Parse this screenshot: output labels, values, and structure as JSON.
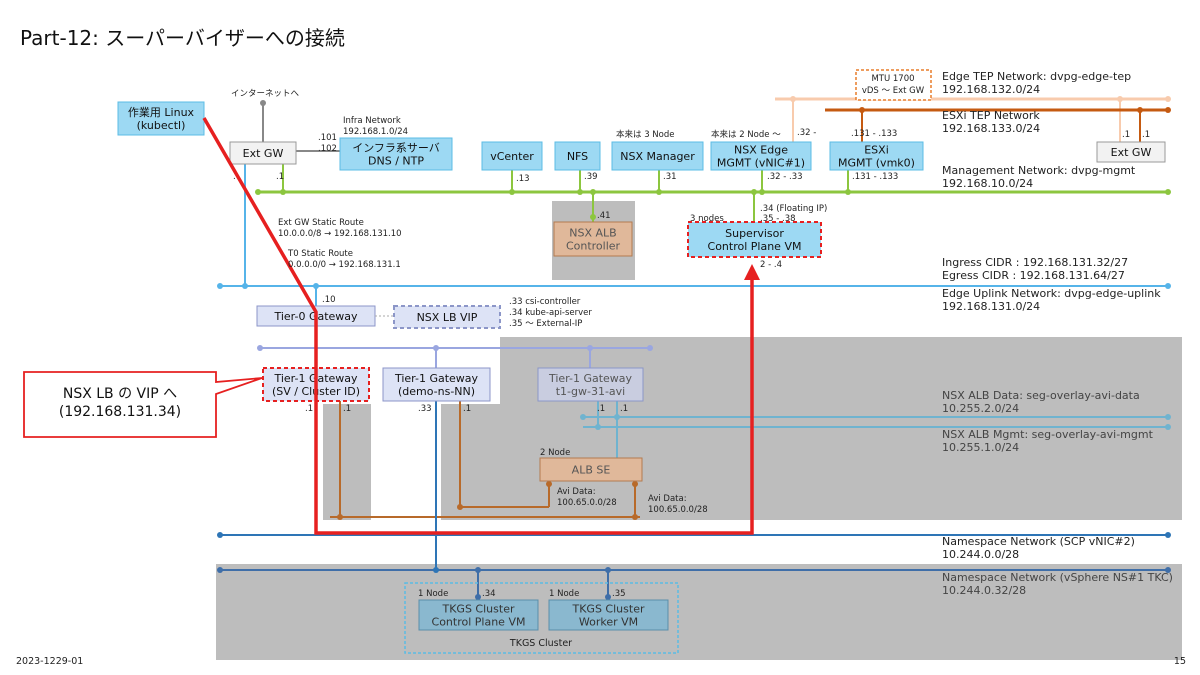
{
  "title": "Part-12: スーパーバイザーへの接続",
  "footer": {
    "date": "2023-1229-01",
    "page": "15"
  },
  "colors": {
    "mgmt": "#8cc63f",
    "uplink": "#56b4e9",
    "ns": "#2e75b6",
    "esxi_tep": "#c55a11",
    "edge_tep": "#f8cbad",
    "red": "#e62020",
    "box_blue": "#9dd9f3",
    "box_lav": "#dde3f6",
    "gray_area": "#bdbdbd"
  },
  "internet_label": "インターネットへ",
  "boxes": {
    "linux": "作業用 Linux\n(kubectl)",
    "extgw": "Ext GW",
    "extgw_right": "Ext GW",
    "infra": "インフラ系サーバ\nDNS / NTP",
    "vcenter": "vCenter",
    "nfs": "NFS",
    "nsxmgr": "NSX Manager",
    "edge": "NSX Edge\nMGMT (vNIC#1)",
    "esxi": "ESXi\nMGMT (vmk0)",
    "alb_ctrl": "NSX ALB\nController",
    "supervisor": "Supervisor\nControl Plane VM",
    "t0": "Tier-0 Gateway",
    "nsxlbvip": "NSX LB VIP",
    "t1_sv": "Tier-1 Gateway\n(SV / Cluster ID)",
    "t1_ns": "Tier-1 Gateway\n(demo-ns-NN)",
    "t1_avi": "Tier-1 Gateway\nt1-gw-31-avi",
    "alb_se": "ALB SE",
    "tkgs_cp": "TKGS Cluster\nControl Plane VM",
    "tkgs_w": "TKGS Cluster\nWorker VM",
    "tkgs_cluster": "TKGS Cluster",
    "mtu": "MTU 1700\nvDS ～ Ext GW"
  },
  "callout": "NSX LB の VIP へ\n(192.168.131.34)",
  "notes": {
    "infra_net": "Infra Network\n192.168.1.0/24",
    "infra_ip1": ".101",
    "infra_ip2": ".102",
    "nsxmgr_note": "本来は 3 Node",
    "edge_note": "本来は 2 Node ～",
    "edge_tep_ip": ".32 -",
    "esxi_tep_ip": ".131 - .133",
    "extgw_tep1": ".1",
    "extgw_tep2": ".1",
    "ip_vcenter": ".13",
    "ip_nfs": ".39",
    "ip_nsxmgr": ".31",
    "ip_edge": ".32 - .33",
    "ip_esxi": ".131 - .133",
    "ip_extgw_l": ".",
    "ip_extgw_r": ".1",
    "ip_alb": ".41",
    "sv_float": ".34 (Floating IP)",
    "sv_nodes": "3 nodes",
    "sv_range": ".35 - .38",
    "sv_up": "2 - .4",
    "static1": "Ext GW Static Route\n10.0.0.0/8 → 192.168.131.10",
    "static2": "T0 Static Route\n0.0.0.0/0 → 192.168.131.1",
    "t0_ip": ".10",
    "vip_list": ".33 csi-controller\n.34 kube-api-server\n.35 ～ External-IP",
    "t1sv_ip1": ".1",
    "t1sv_ip2": ".1",
    "t1ns_ip1": ".33",
    "t1ns_ip2": ".1",
    "t1avi_ip1": ".1",
    "t1avi_ip2": ".1",
    "se_nodes": "2 Node",
    "avi_data1": "Avi Data:\n100.65.0.0/28",
    "avi_data2": "Avi Data:\n100.65.0.0/28",
    "tkgs_cp_nodes": "1 Node",
    "tkgs_cp_ip": ".34",
    "tkgs_w_nodes": "1 Node",
    "tkgs_w_ip": ".35"
  },
  "networks": [
    {
      "name": "Edge TEP Network: dvpg-edge-tep",
      "cidr": "192.168.132.0/24"
    },
    {
      "name": "ESXi TEP Network",
      "cidr": "192.168.133.0/24"
    },
    {
      "name": "Management Network: dvpg-mgmt",
      "cidr": "192.168.10.0/24"
    },
    {
      "name": "Ingress CIDR :  192.168.131.32/27",
      "cidr": "Egress CIDR :   192.168.131.64/27"
    },
    {
      "name": "Edge Uplink Network: dvpg-edge-uplink",
      "cidr": "192.168.131.0/24"
    },
    {
      "name": "NSX ALB Data: seg-overlay-avi-data",
      "cidr": "10.255.2.0/24"
    },
    {
      "name": "NSX ALB Mgmt: seg-overlay-avi-mgmt",
      "cidr": "10.255.1.0/24"
    },
    {
      "name": "Namespace Network (SCP vNIC#2)",
      "cidr": "10.244.0.0/28"
    },
    {
      "name": "Namespace Network (vSphere NS#1 TKC)",
      "cidr": "10.244.0.32/28"
    }
  ]
}
